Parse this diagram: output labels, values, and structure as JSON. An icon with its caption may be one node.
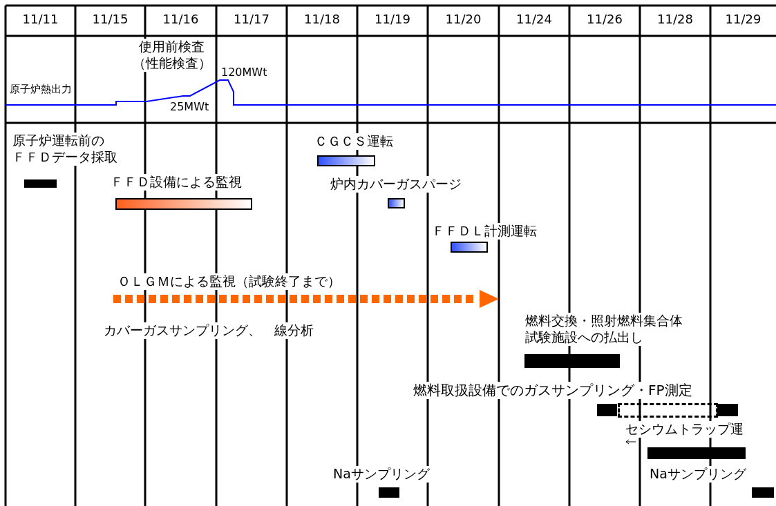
{
  "diagram": {
    "nodes": [
      {
        "text": [],
        "shape": "bar"
      },
      {
        "text": [],
        "shape": "bar"
      },
      {
        "text": [],
        "shape": "bar"
      },
      {
        "text": [],
        "shape": "bar"
      },
      {
        "text": [],
        "shape": "bar"
      },
      {
        "text": [],
        "shape": "bar"
      },
      {
        "text": [],
        "shape": "bar"
      },
      {
        "text": [],
        "shape": "bar"
      },
      {
        "text": [],
        "shape": "bar"
      },
      {
        "text": [],
        "shape": "bar"
      },
      {
        "text": [],
        "shape": "bar"
      },
      {
        "text": [],
        "shape": "bar"
      }
    ],
    "labels": [
      "11/11",
      "11/15",
      "11/16",
      "11/17",
      "11/18",
      "11/19",
      "11/20",
      "11/24",
      "11/26",
      "11/28",
      "11/29",
      "使用前検査（性能検査）",
      "120MWt",
      "原子炉熱出力",
      "25MWt",
      "原子炉運転前のＦＦＤデータ採取",
      "ＣＧＣＳ運転",
      "ＦＦＤ設備による監視",
      "炉内カバーガスパージ",
      "ＦＦＤＬ計測運転",
      "ＯＬＧＭによる監視（試験終了まで）",
      "燃料交換・照射燃料集合体試験施設への払出し",
      "カバーガスサンプリング、　線分析",
      "燃料取扱設備でのガスサンプリング・FP測定",
      "セシウムトラップ運",
      "Naサンプリング",
      "Naサンプリング"
    ]
  }
}
